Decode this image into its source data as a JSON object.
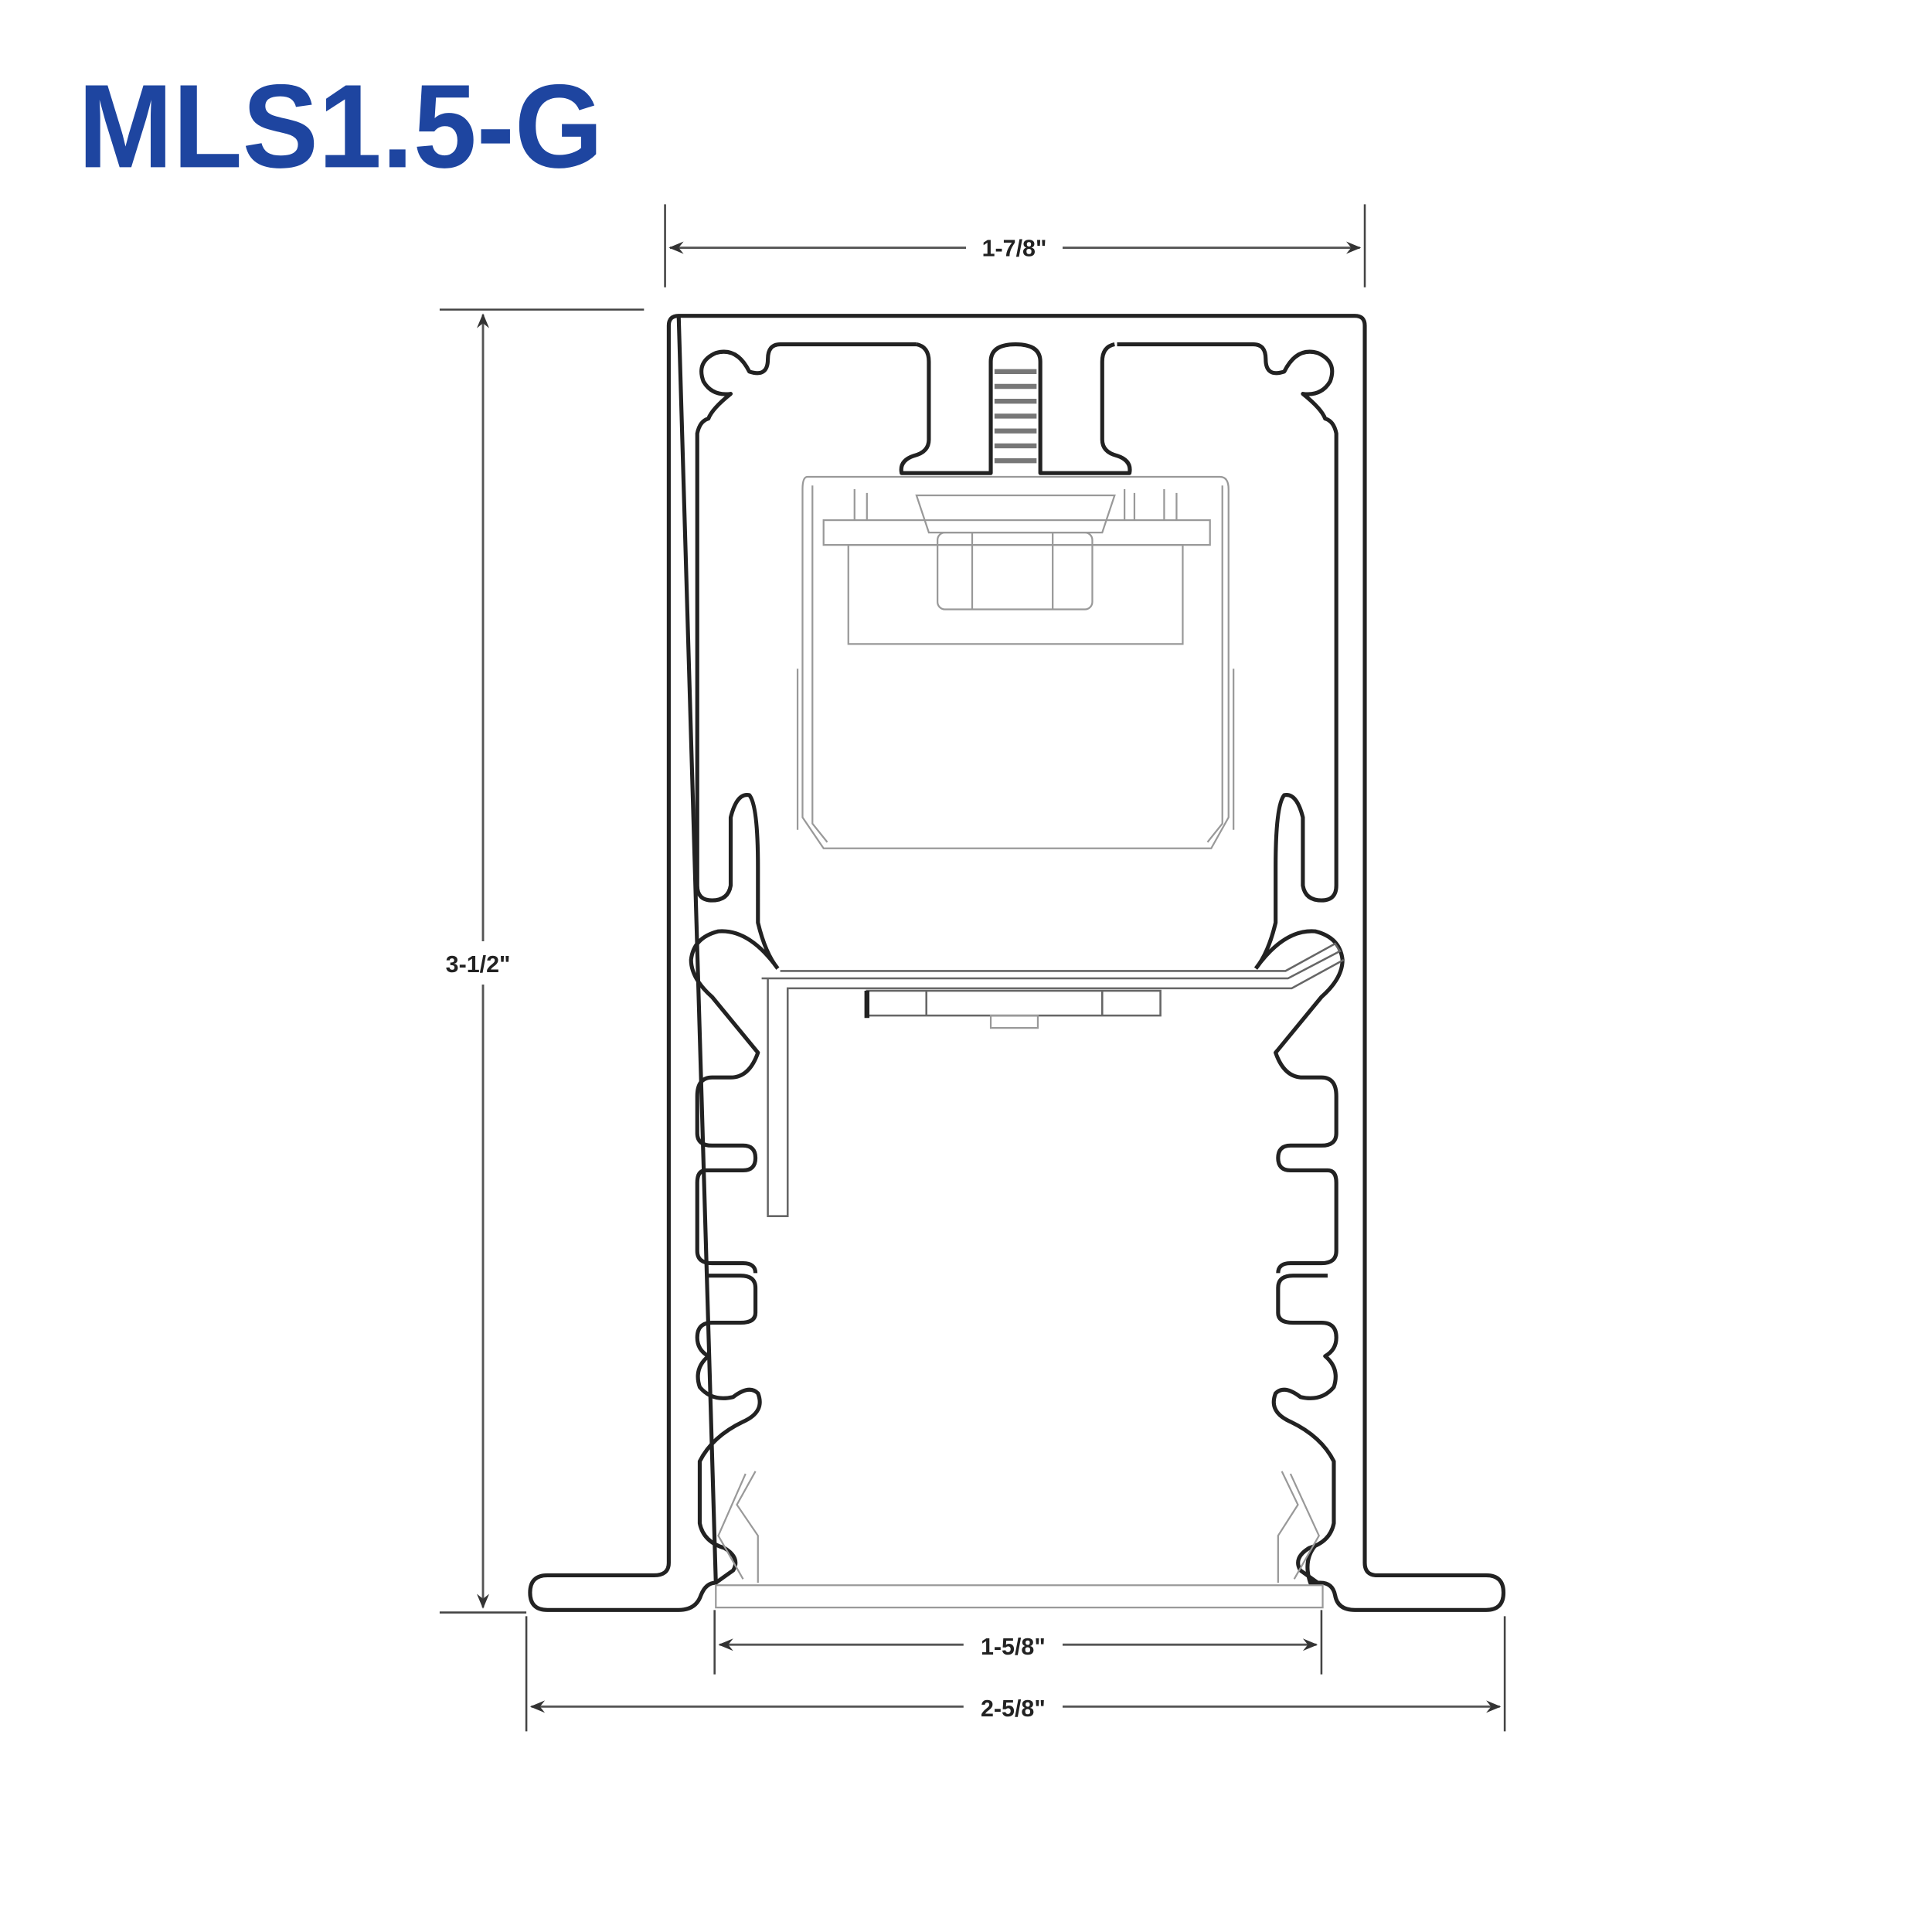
{
  "title": "MLS1.5-G",
  "dimensions": {
    "top_width": "1-7/8\"",
    "height": "3-1/2\"",
    "lens_width": "1-5/8\"",
    "overall_width": "2-5/8\""
  },
  "colors": {
    "title": "#1e45a0",
    "line": "#222222"
  }
}
